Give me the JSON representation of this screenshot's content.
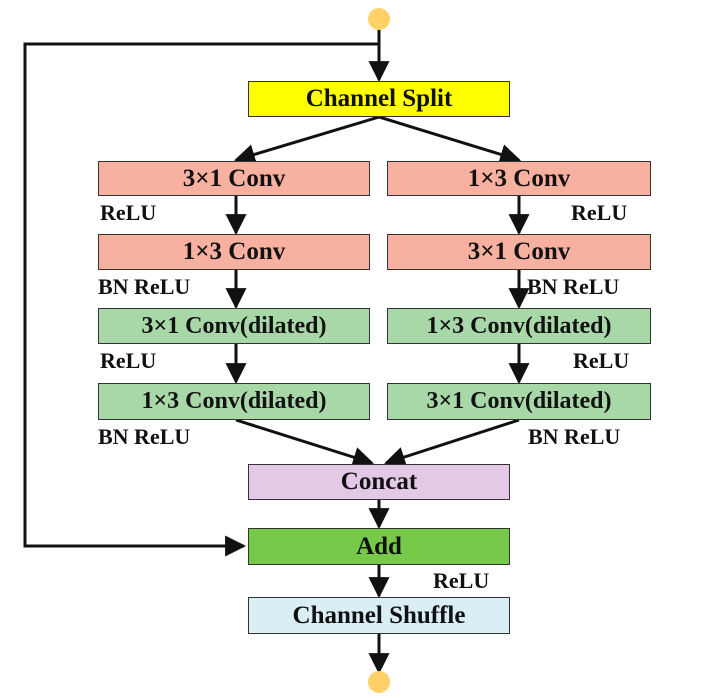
{
  "colors": {
    "split": "#ffff00",
    "conv": "#f8b1a1",
    "dilated": "#a8d8a8",
    "concat": "#e3c9e6",
    "add": "#77c94a",
    "shuffle": "#d9eef5",
    "endpoint": "#ffd166",
    "line": "#111111"
  },
  "nodes": {
    "split": "Channel Split",
    "left_conv1": "3×1 Conv",
    "left_conv2": "1×3 Conv",
    "left_dil1": "3×1 Conv(dilated)",
    "left_dil2": "1×3 Conv(dilated)",
    "right_conv1": "1×3 Conv",
    "right_conv2": "3×1 Conv",
    "right_dil1": "1×3 Conv(dilated)",
    "right_dil2": "3×1 Conv(dilated)",
    "concat": "Concat",
    "add": "Add",
    "shuffle": "Channel Shuffle"
  },
  "labels": {
    "left_relu1": "ReLU",
    "left_bnrelu1": "BN ReLU",
    "left_relu2": "ReLU",
    "left_bnrelu2": "BN ReLU",
    "right_relu1": "ReLU",
    "right_bnrelu1": "BN ReLU",
    "right_relu2": "ReLU",
    "right_bnrelu2": "BN ReLU",
    "add_relu": "ReLU"
  }
}
